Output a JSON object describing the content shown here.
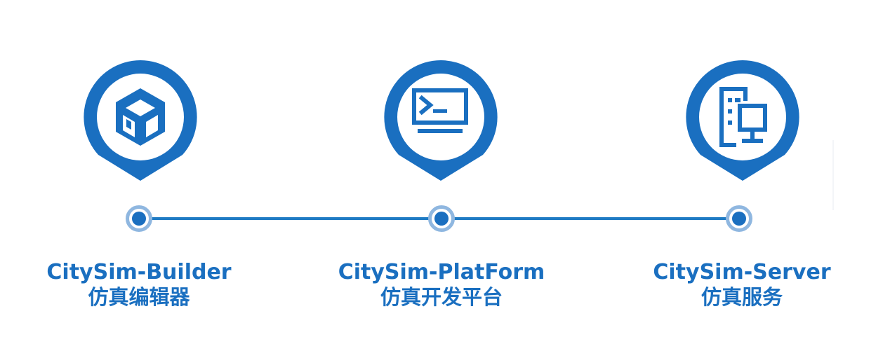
{
  "colors": {
    "primary": "#1a6fc0",
    "ring": "#8fb7e0",
    "background": "#ffffff"
  },
  "products": [
    {
      "title": "CitySim-Builder",
      "subtitle": "仿真编辑器",
      "icon": "cube-icon"
    },
    {
      "title": "CitySim-PlatForm",
      "subtitle": "仿真开发平台",
      "icon": "terminal-icon"
    },
    {
      "title": "CitySim-Server",
      "subtitle": "仿真服务",
      "icon": "server-monitor-icon"
    }
  ]
}
